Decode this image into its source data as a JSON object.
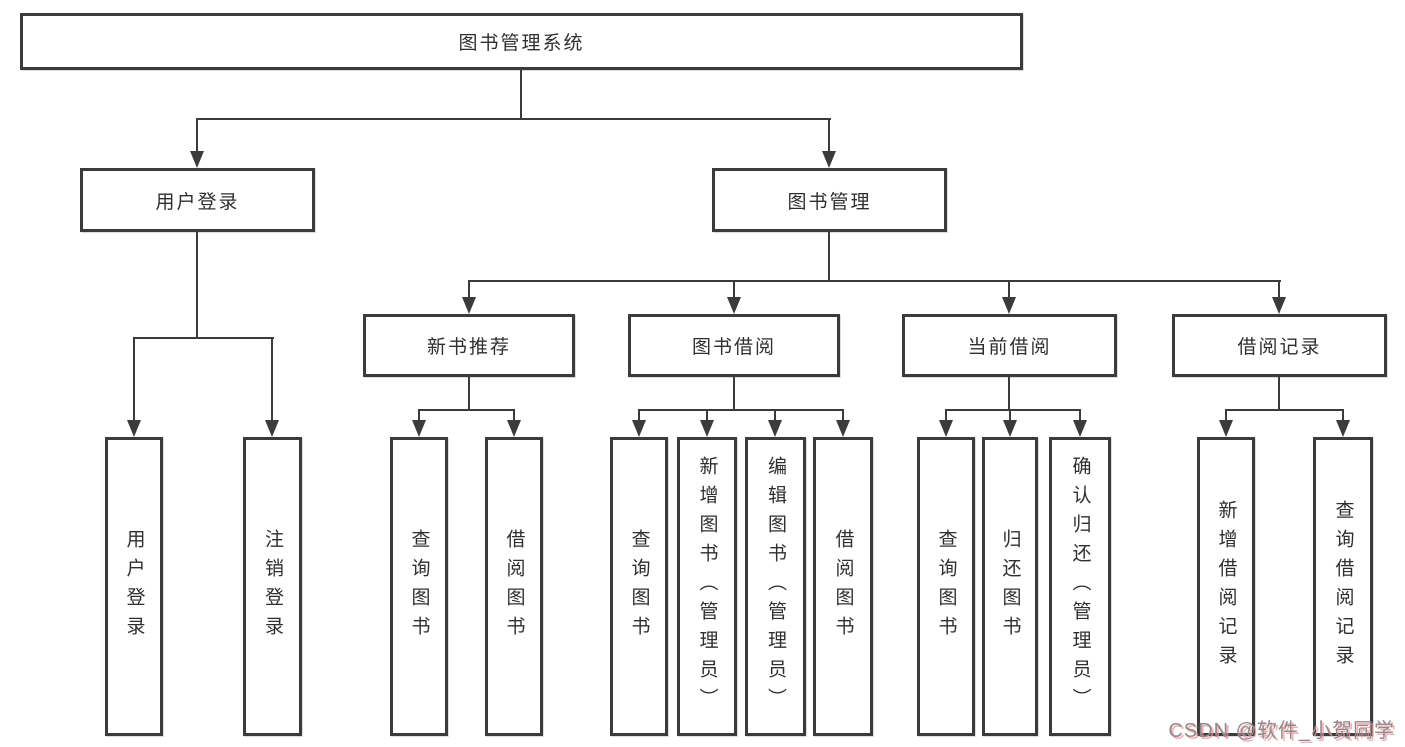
{
  "colors": {
    "background": "#ffffff",
    "box_border": "#3b3b3b",
    "connector_line": "#3b3b3b",
    "text": "#2f2f2f",
    "watermark_text": "#8c8c8c",
    "watermark_shadow": "#f78f98"
  },
  "tree": {
    "label": "图书管理系统",
    "children": [
      {
        "label": "用户登录",
        "children": [
          {
            "label": "用户登录"
          },
          {
            "label": "注销登录"
          }
        ]
      },
      {
        "label": "图书管理",
        "children": [
          {
            "label": "新书推荐",
            "children": [
              {
                "label": "查询图书"
              },
              {
                "label": "借阅图书"
              }
            ]
          },
          {
            "label": "图书借阅",
            "children": [
              {
                "label": "查询图书"
              },
              {
                "label": "新增图书（管理员）"
              },
              {
                "label": "编辑图书（管理员）"
              },
              {
                "label": "借阅图书"
              }
            ]
          },
          {
            "label": "当前借阅",
            "children": [
              {
                "label": "查询图书"
              },
              {
                "label": "归还图书"
              },
              {
                "label": "确认归还（管理员）"
              }
            ]
          },
          {
            "label": "借阅记录",
            "children": [
              {
                "label": "新增借阅记录"
              },
              {
                "label": "查询借阅记录"
              }
            ]
          }
        ]
      }
    ]
  },
  "watermark": {
    "text": "CSDN @软件_小贺同学"
  }
}
